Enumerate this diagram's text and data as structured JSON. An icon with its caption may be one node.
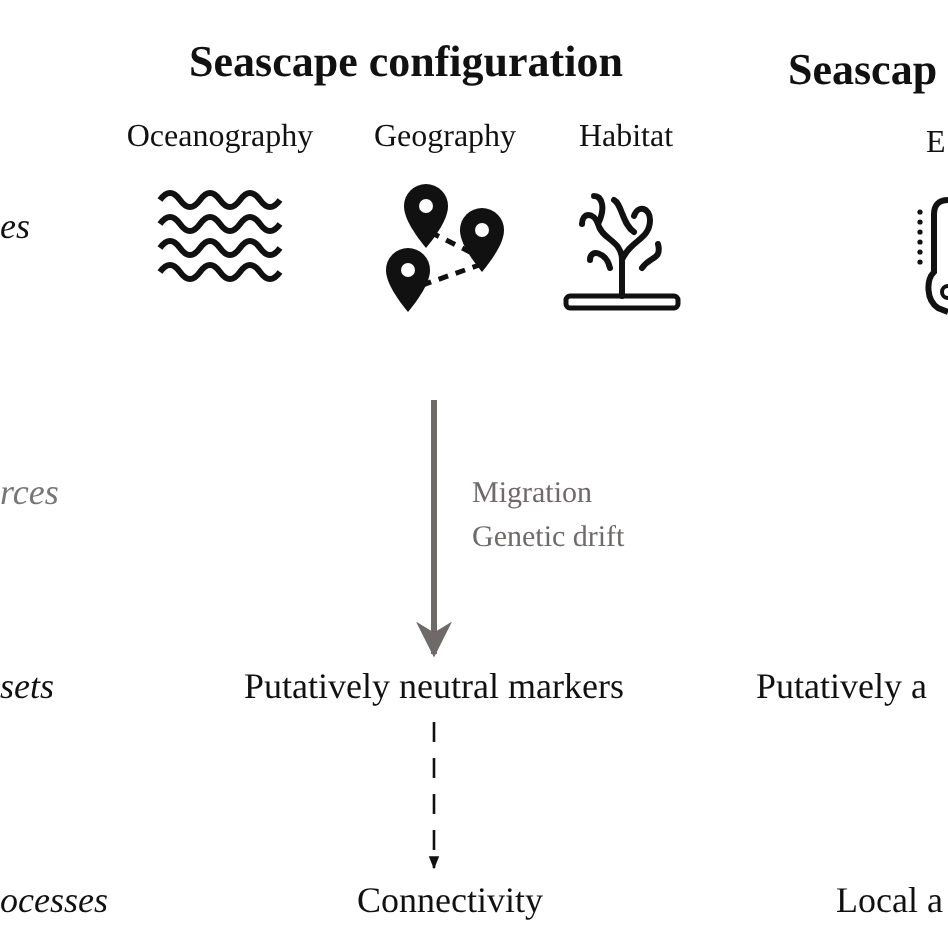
{
  "diagram": {
    "nodes": [
      {
        "text": [
          "Seascape configuration"
        ]
      },
      {
        "text": [
          "Oceanography"
        ],
        "in": 0
      },
      {
        "text": [
          "Geography"
        ],
        "in": 0
      },
      {
        "text": [
          "Habitat"
        ],
        "in": 0
      },
      {
        "text": [
          "Putatively neutral markers"
        ]
      },
      {
        "text": [
          "Connectivity"
        ]
      }
    ],
    "edges": [
      {
        "from": 0,
        "to": 4,
        "arrow": "to",
        "label": "Migration Genetic drift",
        "style": "thick",
        "color": "#6e6a6a"
      },
      {
        "from": 4,
        "to": 5,
        "arrow": "to",
        "style": "dashed",
        "color": "#111111"
      }
    ],
    "labels": [
      "Seascap",
      "E",
      "es",
      "rces",
      "sets",
      "Putatively a",
      "ocesses",
      "Local a"
    ]
  }
}
